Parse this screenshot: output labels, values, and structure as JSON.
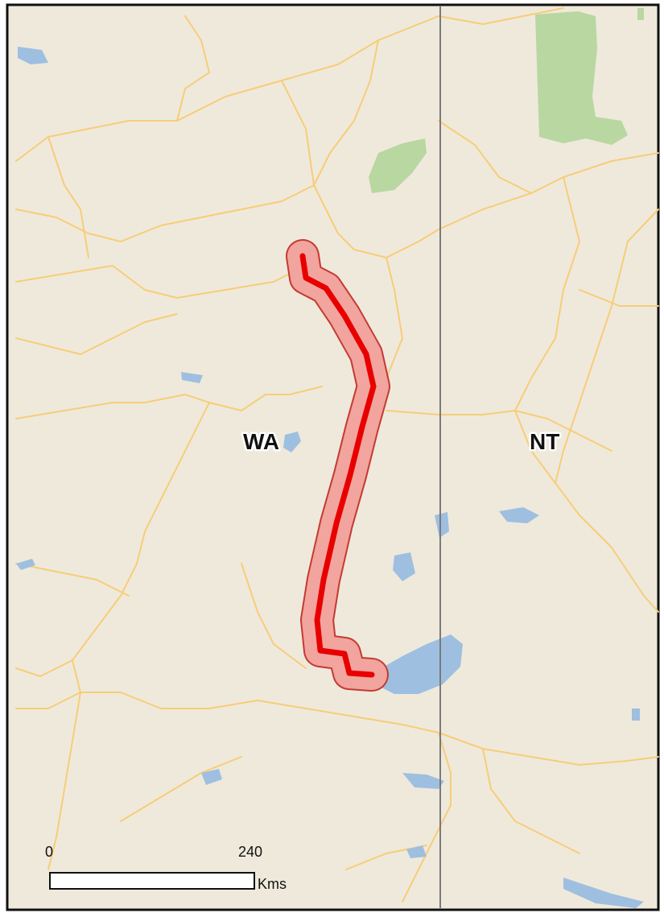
{
  "map": {
    "regions": [
      {
        "label": "WA"
      },
      {
        "label": "NT"
      }
    ],
    "scale_bar": {
      "start_label": "0",
      "end_label": "240",
      "unit_label": "Kms"
    },
    "colors": {
      "land": "#efe9dc",
      "road": "#f7cd77",
      "water": "#9ebfe0",
      "park": "#b9d7a1",
      "border": "#7a7a7a",
      "route_line": "#e80000",
      "route_buffer": "#f2a49e",
      "frame": "#111111"
    }
  }
}
